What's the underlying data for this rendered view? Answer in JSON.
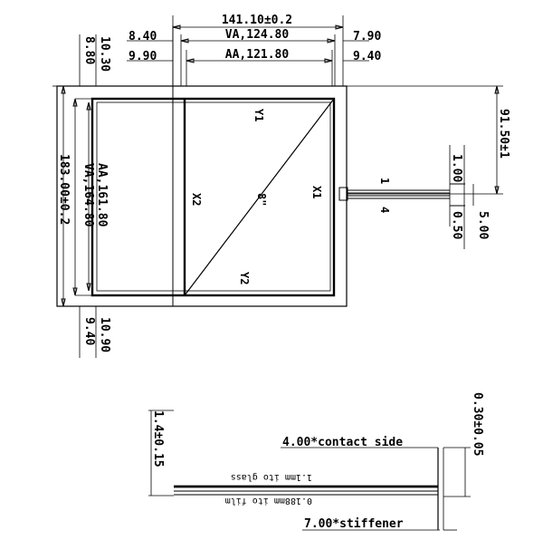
{
  "top_dims": {
    "overall_width": "141.10±0.2",
    "va_width": "VA,124.80",
    "aa_width": "AA,121.80",
    "left_va_offset": "8.40",
    "left_aa_offset": "9.90",
    "right_va_offset": "7.90",
    "right_aa_offset": "9.40",
    "top_va_offset": "10.30",
    "top_aa_offset": "8.80"
  },
  "left_dims": {
    "overall_height": "183.00±0.2",
    "va_height": "VA,164.80",
    "aa_height": "AA,161.80",
    "bottom_va_offset": "10.90",
    "bottom_aa_offset": "9.40"
  },
  "right_dims": {
    "tail_position": "91.50±1",
    "pin_pitch": "1.00",
    "pin_width": "0.50",
    "tail_width": "5.00"
  },
  "panel_labels": {
    "y1": "Y1",
    "y2": "Y2",
    "x1": "X1",
    "x2": "X2",
    "diagonal": "8\"",
    "pin_first": "1",
    "pin_last": "4"
  },
  "side_view": {
    "total_thickness": "1.4±0.15",
    "film_thickness": "0.30±0.05",
    "contact_side": "4.00*contact side",
    "stiffener": "7.00*stiffener",
    "glass_note": "1.1mm ito glass",
    "film_note": "0.188mm ito film"
  }
}
